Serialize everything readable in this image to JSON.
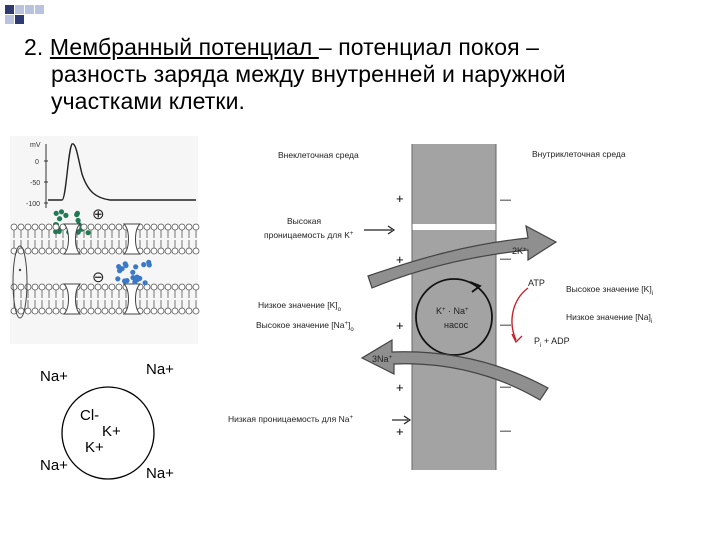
{
  "slide": {
    "number": "2.",
    "term": "Мембранный потенциал ",
    "line1_rest": "– потенциал покоя –",
    "line2": "разность заряда между внутренней и наружной",
    "line3": "участками клетки."
  },
  "colors": {
    "bullet_dark": "#2e3a72",
    "bullet_light": "#b9c3e0",
    "green_ions": "#1f7a55",
    "blue_ions": "#3a78c8",
    "membrane_gray": "#9a9a9a",
    "adp_arrow": "#c8202a"
  },
  "trace_panel": {
    "unit": "mV",
    "tick_0": "0",
    "tick_50": "-50",
    "tick_100": "-100",
    "plus": "⊕",
    "minus": "⊖"
  },
  "ion_circle": {
    "na_top_left": "Na+",
    "na_top_right": "Na+",
    "na_bottom_left": "Na+",
    "na_bottom_right": "Na+",
    "cl": "Cl-",
    "k_1": "K+",
    "k_2": "K+"
  },
  "pump_diagram": {
    "extracellular": "Внеклеточная среда",
    "intracellular": "Внутриклеточная среда",
    "high_perm_line1": "Высокая",
    "high_perm_line2": "проницаемость для K",
    "high_perm_sup": "+",
    "k_arrow": "2K",
    "k_arrow_sup": "+",
    "low_k": "Низкое значение [K]",
    "low_k_sub": "o",
    "high_na": "Высокое значение [Na",
    "high_na_sup": "+",
    "high_na_end": "]",
    "high_na_sub": "o",
    "pump_line1": "K",
    "pump_line1_mid": " · Na",
    "pump_sup": "+",
    "pump_line2": "насос",
    "na_arrow": "3Na",
    "na_arrow_sup": "+",
    "atp": "ATP",
    "adp": "P",
    "adp_sub": "i",
    "adp_end": " + ADP",
    "high_k_in": "Высокое значение [K]",
    "high_k_in_sub": "i",
    "low_na_in": "Низкое значение [Na]",
    "low_na_in_sub": "i",
    "low_perm": "Низкая проницаемость  для Na",
    "low_perm_sup": "+",
    "plus": "+",
    "minus": "—"
  }
}
